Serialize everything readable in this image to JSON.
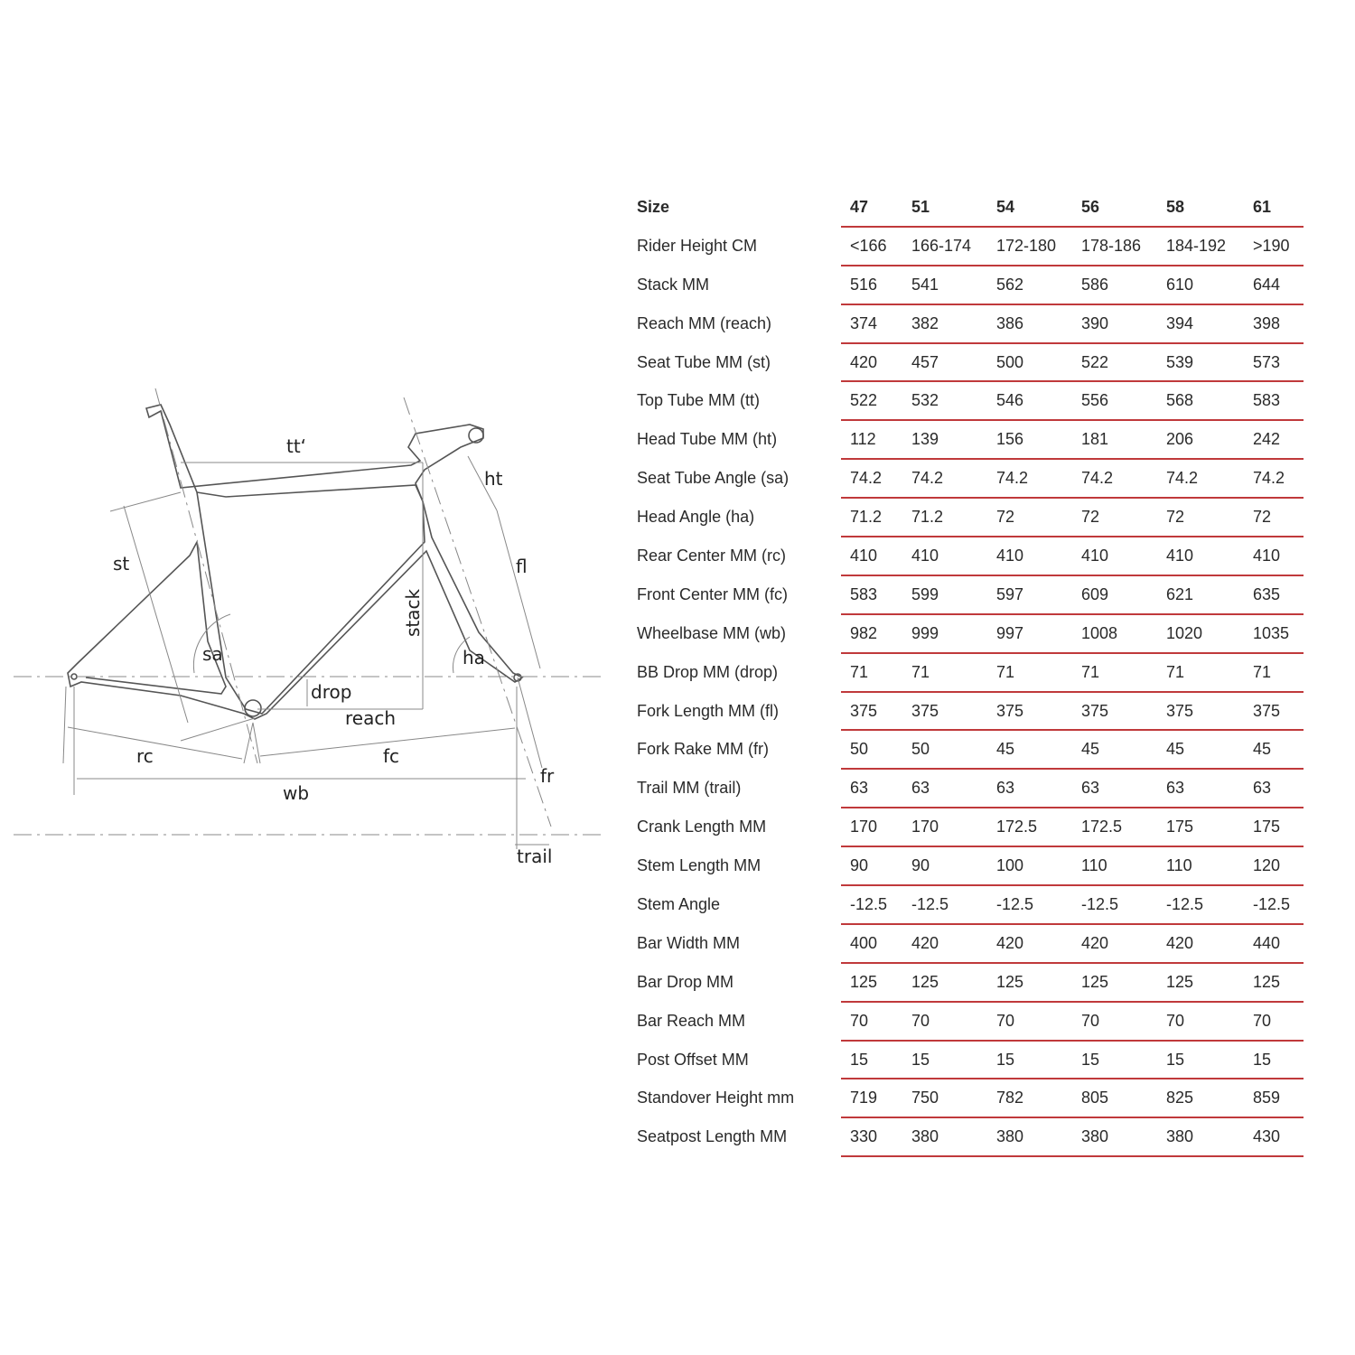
{
  "diagram": {
    "labels": {
      "tt": "tt‘",
      "ht": "ht",
      "st": "st",
      "fl": "fl",
      "stack": "stack",
      "sa": "sa",
      "ha": "ha",
      "drop": "drop",
      "reach": "reach",
      "rc": "rc",
      "fc": "fc",
      "fr": "fr",
      "wb": "wb",
      "trail": "trail"
    }
  },
  "table": {
    "header": {
      "label": "Size",
      "values": [
        "47",
        "51",
        "54",
        "56",
        "58",
        "61"
      ]
    },
    "rows": [
      {
        "label": "Rider Height CM",
        "values": [
          "<166",
          "166-174",
          "172-180",
          "178-186",
          "184-192",
          ">190"
        ]
      },
      {
        "label": "Stack MM",
        "values": [
          "516",
          "541",
          "562",
          "586",
          "610",
          "644"
        ]
      },
      {
        "label": "Reach MM (reach)",
        "values": [
          "374",
          "382",
          "386",
          "390",
          "394",
          "398"
        ]
      },
      {
        "label": "Seat Tube MM (st)",
        "values": [
          "420",
          "457",
          "500",
          "522",
          "539",
          "573"
        ]
      },
      {
        "label": "Top Tube MM (tt)",
        "values": [
          "522",
          "532",
          "546",
          "556",
          "568",
          "583"
        ]
      },
      {
        "label": "Head Tube MM (ht)",
        "values": [
          "112",
          "139",
          "156",
          "181",
          "206",
          "242"
        ]
      },
      {
        "label": "Seat Tube Angle (sa)",
        "values": [
          "74.2",
          "74.2",
          "74.2",
          "74.2",
          "74.2",
          "74.2"
        ]
      },
      {
        "label": "Head Angle (ha)",
        "values": [
          "71.2",
          "71.2",
          "72",
          "72",
          "72",
          "72"
        ]
      },
      {
        "label": "Rear Center MM (rc)",
        "values": [
          "410",
          "410",
          "410",
          "410",
          "410",
          "410"
        ]
      },
      {
        "label": "Front Center MM (fc)",
        "values": [
          "583",
          "599",
          "597",
          "609",
          "621",
          "635"
        ]
      },
      {
        "label": "Wheelbase MM (wb)",
        "values": [
          "982",
          "999",
          "997",
          "1008",
          "1020",
          "1035"
        ]
      },
      {
        "label": "BB Drop MM (drop)",
        "values": [
          "71",
          "71",
          "71",
          "71",
          "71",
          "71"
        ]
      },
      {
        "label": "Fork Length MM (fl)",
        "values": [
          "375",
          "375",
          "375",
          "375",
          "375",
          "375"
        ]
      },
      {
        "label": "Fork Rake MM (fr)",
        "values": [
          "50",
          "50",
          "45",
          "45",
          "45",
          "45"
        ]
      },
      {
        "label": "Trail MM (trail)",
        "values": [
          "63",
          "63",
          "63",
          "63",
          "63",
          "63"
        ]
      },
      {
        "label": "Crank Length MM",
        "values": [
          "170",
          "170",
          "172.5",
          "172.5",
          "175",
          "175"
        ]
      },
      {
        "label": "Stem Length MM",
        "values": [
          "90",
          "90",
          "100",
          "110",
          "110",
          "120"
        ]
      },
      {
        "label": "Stem Angle",
        "values": [
          "-12.5",
          "-12.5",
          "-12.5",
          "-12.5",
          "-12.5",
          "-12.5"
        ]
      },
      {
        "label": "Bar Width MM",
        "values": [
          "400",
          "420",
          "420",
          "420",
          "420",
          "440"
        ]
      },
      {
        "label": "Bar Drop MM",
        "values": [
          "125",
          "125",
          "125",
          "125",
          "125",
          "125"
        ]
      },
      {
        "label": "Bar Reach MM",
        "values": [
          "70",
          "70",
          "70",
          "70",
          "70",
          "70"
        ]
      },
      {
        "label": "Post Offset MM",
        "values": [
          "15",
          "15",
          "15",
          "15",
          "15",
          "15"
        ]
      },
      {
        "label": "Standover Height mm",
        "values": [
          "719",
          "750",
          "782",
          "805",
          "825",
          "859"
        ]
      },
      {
        "label": "Seatpost Length MM",
        "values": [
          "330",
          "380",
          "380",
          "380",
          "380",
          "430"
        ]
      }
    ]
  }
}
